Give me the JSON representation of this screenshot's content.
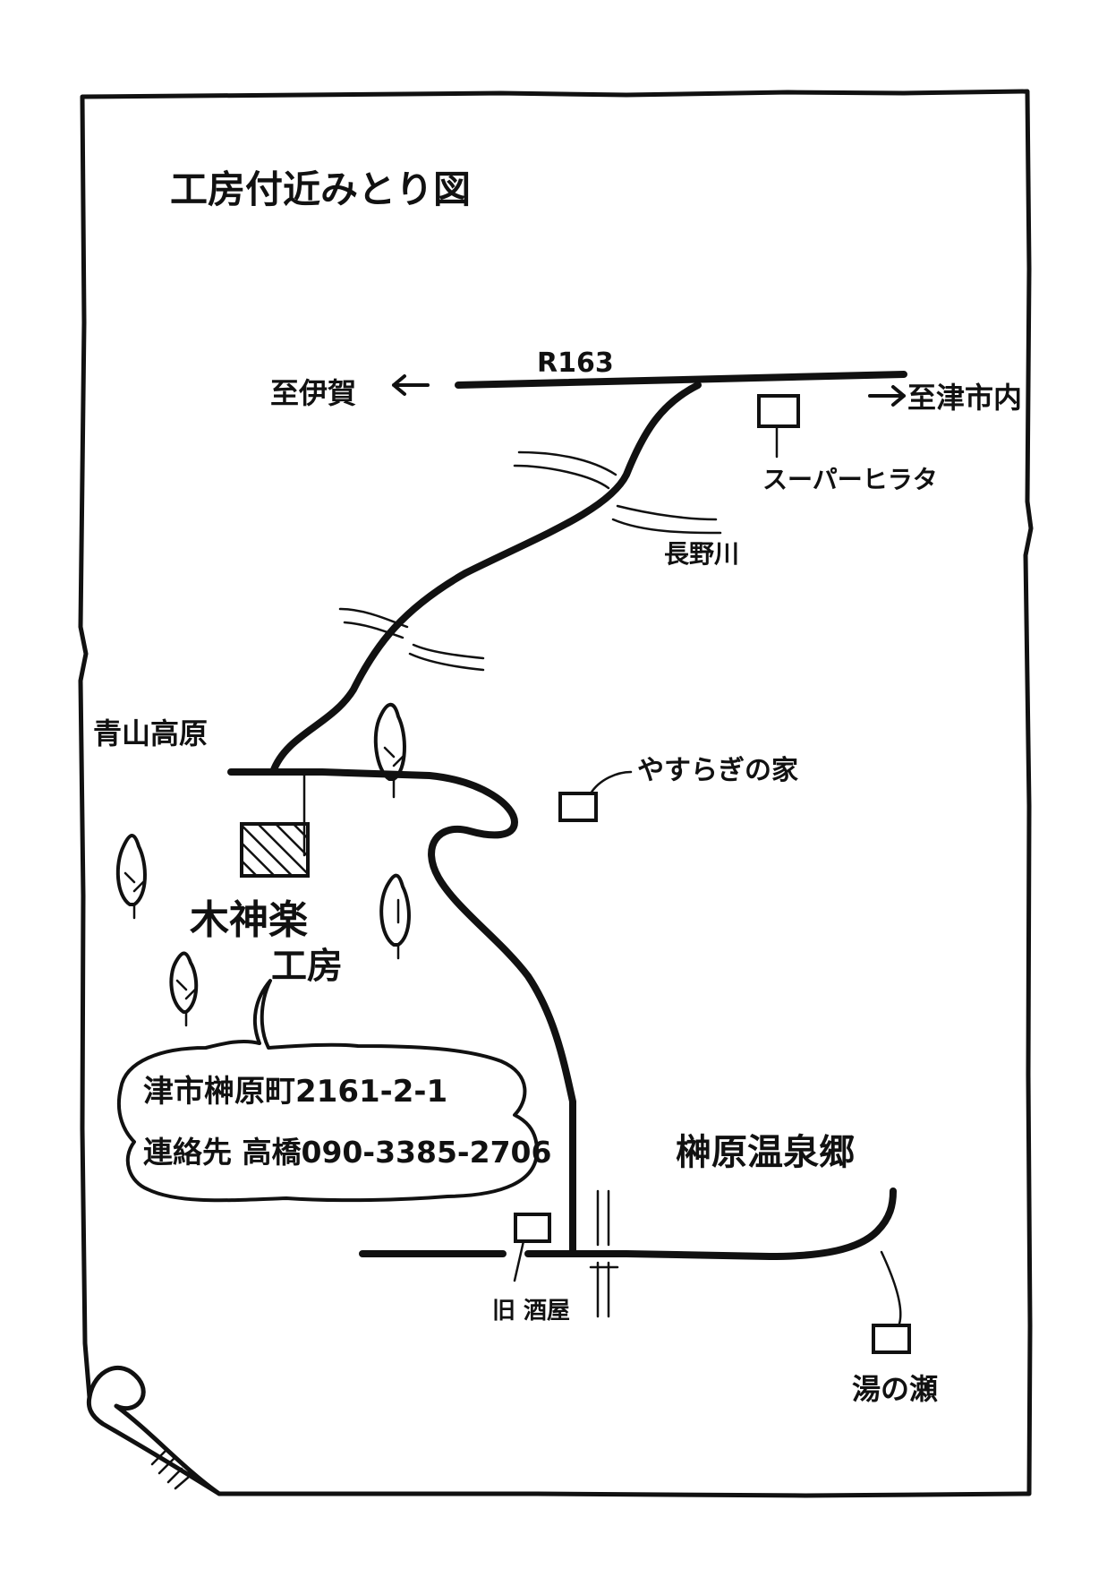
{
  "title": "工房付近みとり図",
  "road_label": "R163",
  "dir_west": "至伊賀",
  "dir_east": "至津市内",
  "places": {
    "supermarket": "スーパーヒラタ",
    "river": "長野川",
    "aoyama": "青山高原",
    "yasuragi": "やすらぎの家",
    "workshop_line1": "木神楽",
    "workshop_line2": "工房",
    "onsen": "榊原温泉郷",
    "sakaya": "旧 酒屋",
    "yunose": "湯の瀬"
  },
  "contact": {
    "address": "津市榊原町2161-2-1",
    "phone": "連絡先 高橋090-3385-2706"
  },
  "colors": {
    "ink": "#111111",
    "paper": "#ffffff"
  }
}
